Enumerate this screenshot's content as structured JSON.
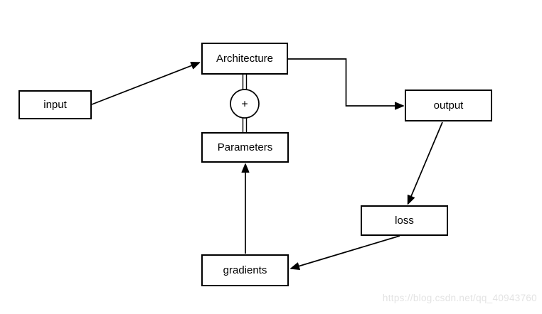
{
  "diagram": {
    "nodes": [
      {
        "id": "input",
        "label": "input"
      },
      {
        "id": "architecture",
        "label": "Architecture"
      },
      {
        "id": "output",
        "label": "output"
      },
      {
        "id": "parameters",
        "label": "Parameters"
      },
      {
        "id": "loss",
        "label": "loss"
      },
      {
        "id": "gradients",
        "label": "gradients"
      }
    ],
    "operator_symbol": "+",
    "edges": [
      {
        "from": "input",
        "to": "architecture",
        "style": "arrow-straight"
      },
      {
        "from": "architecture",
        "to": "output",
        "style": "arrow-orthogonal"
      },
      {
        "from": "output",
        "to": "loss",
        "style": "arrow-straight"
      },
      {
        "from": "loss",
        "to": "gradients",
        "style": "arrow-straight"
      },
      {
        "from": "gradients",
        "to": "parameters",
        "style": "arrow-straight"
      },
      {
        "from": "parameters",
        "to": "architecture",
        "style": "double-line-through-sum"
      }
    ],
    "colors": {
      "node_fill": "#ffffff",
      "node_border": "#000000",
      "line": "#000000",
      "background": "#ffffff",
      "watermark": "#e3e3e3"
    }
  },
  "watermark": {
    "text": "https://blog.csdn.net/qq_40943760"
  }
}
